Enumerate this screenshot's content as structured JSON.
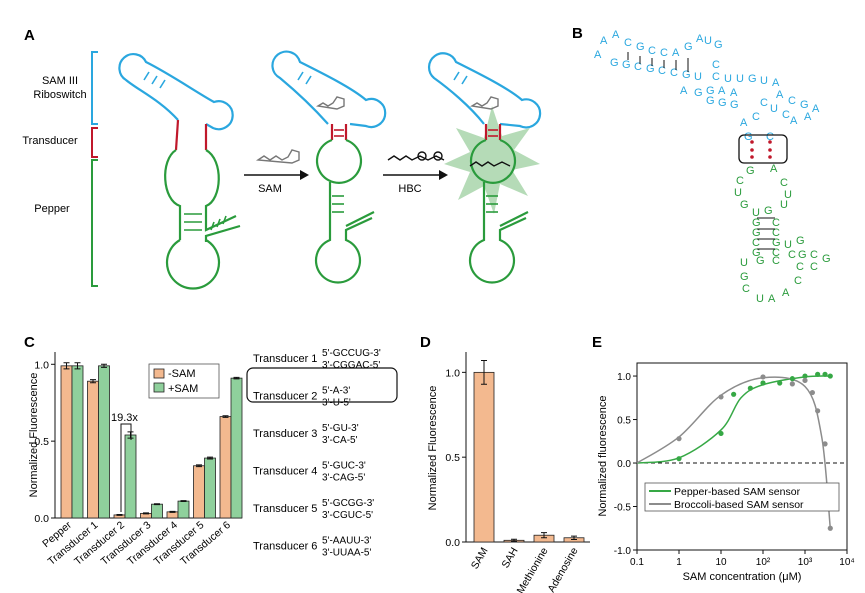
{
  "panels": {
    "a": "A",
    "b": "B",
    "c": "C",
    "d": "D",
    "e": "E"
  },
  "panel_a": {
    "region_labels": [
      "SAM III\nRiboswitch",
      "Transducer",
      "Pepper"
    ],
    "arrow1_label": "SAM",
    "arrow2_label": "HBC"
  },
  "panel_b": {
    "blue_seq_top": "GGCGCCGUGA",
    "blue_loop": "AACGCCAGAUG",
    "colors": {
      "riboswitch": "#2aa7df",
      "pepper": "#2a9b3c",
      "transducer_dots": "#c0182b"
    }
  },
  "panel_c_legend": [
    "-SAM",
    "+SAM"
  ],
  "panel_c_fold": "19.3x",
  "transducers": [
    {
      "name": "Transducer 1",
      "top": "5'-GCCUG-3'",
      "bottom": "3'-CGGAC-5'"
    },
    {
      "name": "Transducer 2",
      "top": "5'-A-3'",
      "bottom": "3'-U-5'"
    },
    {
      "name": "Transducer 3",
      "top": "5'-GU-3'",
      "bottom": "3'-CA-5'"
    },
    {
      "name": "Transducer 4",
      "top": "5'-GUC-3'",
      "bottom": "3'-CAG-5'"
    },
    {
      "name": "Transducer 5",
      "top": "5'-GCGG-3'",
      "bottom": "3'-CGUC-5'"
    },
    {
      "name": "Transducer 6",
      "top": "5'-AAUU-3'",
      "bottom": "3'-UUAA-5'"
    }
  ],
  "chart_data": [
    {
      "type": "bar",
      "panel": "C",
      "categories": [
        "Pepper",
        "Transducer 1",
        "Transducer 2",
        "Transducer 3",
        "Transducer 4",
        "Transducer 5",
        "Transducer 6"
      ],
      "series": [
        {
          "name": "-SAM",
          "values": [
            0.99,
            0.89,
            0.02,
            0.03,
            0.04,
            0.34,
            0.66
          ],
          "errors": [
            0.02,
            0.01,
            0.003,
            0.003,
            0.003,
            0.006,
            0.005
          ],
          "color": "#f3b98f"
        },
        {
          "name": "+SAM",
          "values": [
            0.99,
            0.99,
            0.54,
            0.09,
            0.11,
            0.39,
            0.91
          ],
          "errors": [
            0.02,
            0.01,
            0.02,
            0.003,
            0.003,
            0.006,
            0.005
          ],
          "color": "#8fd09c"
        }
      ],
      "ylabel": "Normalized Fluorescence",
      "ylim": [
        0,
        1.08
      ],
      "yticks": [
        "0.0",
        "0.5",
        "1.0"
      ]
    },
    {
      "type": "bar",
      "panel": "D",
      "categories": [
        "SAM",
        "SAH",
        "Methionine",
        "Adenosine"
      ],
      "values": [
        1.0,
        0.01,
        0.04,
        0.025
      ],
      "errors": [
        0.07,
        0.006,
        0.015,
        0.01
      ],
      "color": "#f3b98f",
      "ylabel": "Normalized Fluorescence",
      "ylim": [
        0,
        1.12
      ],
      "yticks": [
        "0.0",
        "0.5",
        "1.0"
      ]
    },
    {
      "type": "scatter",
      "panel": "E",
      "xscale": "log",
      "xlabel": "SAM concentration (μM)",
      "ylabel": "Normalized fluorescence",
      "xlim": [
        0.1,
        10000
      ],
      "ylim": [
        -1.0,
        1.15
      ],
      "xticks": [
        "0.1",
        "1",
        "10",
        "10²",
        "10³",
        "10⁴"
      ],
      "yticks": [
        "-1.0",
        "-0.5",
        "0.0",
        "0.5",
        "1.0"
      ],
      "series": [
        {
          "name": "Pepper-based SAM sensor",
          "color": "#36a845",
          "points": [
            [
              1,
              0.05
            ],
            [
              10,
              0.34
            ],
            [
              20,
              0.79
            ],
            [
              50,
              0.86
            ],
            [
              100,
              0.92
            ],
            [
              250,
              0.92
            ],
            [
              500,
              0.97
            ],
            [
              1000,
              1.0
            ],
            [
              2000,
              1.02
            ],
            [
              3000,
              1.02
            ],
            [
              4000,
              1.0
            ]
          ]
        },
        {
          "name": "Broccoli-based SAM sensor",
          "color": "#8c8c8c",
          "points": [
            [
              1,
              0.28
            ],
            [
              10,
              0.76
            ],
            [
              100,
              0.99
            ],
            [
              500,
              0.91
            ],
            [
              1000,
              0.95
            ],
            [
              1500,
              0.81
            ],
            [
              2000,
              0.6
            ],
            [
              3000,
              0.22
            ],
            [
              4000,
              -0.75
            ]
          ]
        }
      ]
    }
  ]
}
